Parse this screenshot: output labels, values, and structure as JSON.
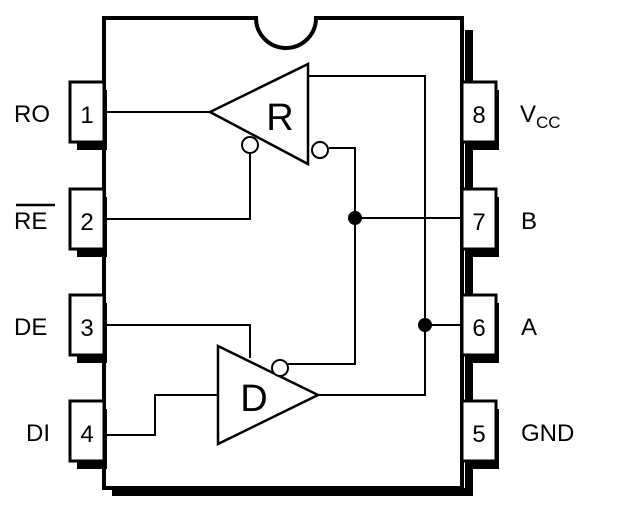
{
  "pins": [
    {
      "number": "1",
      "label": "RO"
    },
    {
      "number": "2",
      "label": "RE"
    },
    {
      "number": "3",
      "label": "DE"
    },
    {
      "number": "4",
      "label": "DI"
    },
    {
      "number": "5",
      "label": "GND"
    },
    {
      "number": "6",
      "label": "A"
    },
    {
      "number": "7",
      "label": "B"
    },
    {
      "number": "8",
      "label_main": "V",
      "label_sub": "CC"
    }
  ],
  "blocks": {
    "receiver_label": "R",
    "driver_label": "D"
  }
}
